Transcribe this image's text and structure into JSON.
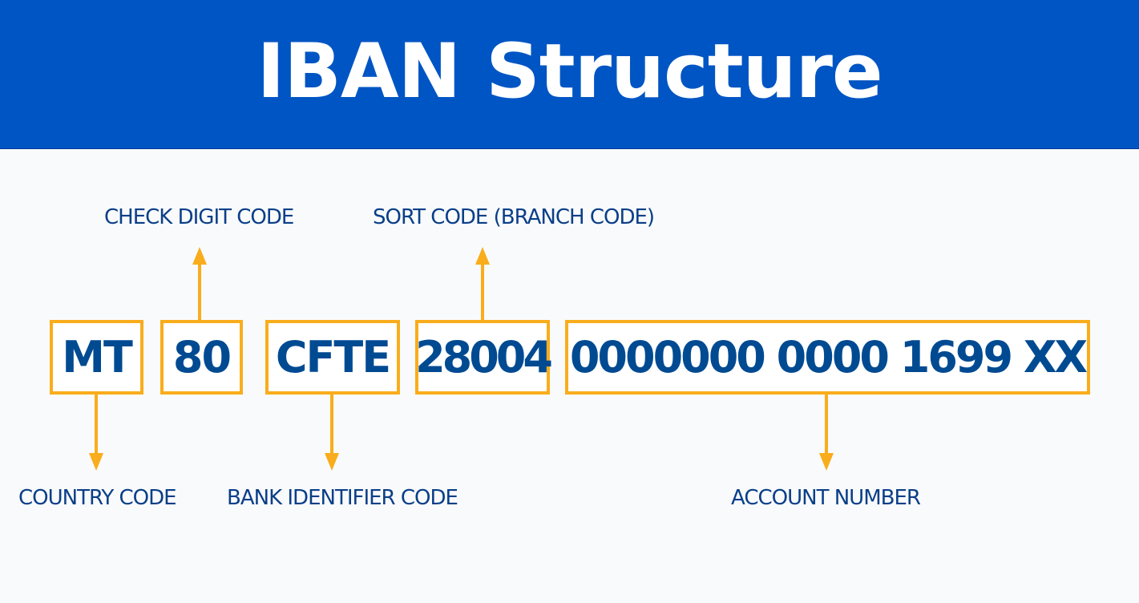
{
  "title": "IBAN Structure",
  "segments": [
    {
      "id": "country",
      "value": "MT",
      "label": "COUNTRY CODE",
      "label_position": "below"
    },
    {
      "id": "check",
      "value": "80",
      "label": "CHECK DIGIT CODE",
      "label_position": "above"
    },
    {
      "id": "bank",
      "value": "CFTE",
      "label": "BANK IDENTIFIER CODE",
      "label_position": "below"
    },
    {
      "id": "sort",
      "value": "28004",
      "label": "SORT CODE (BRANCH CODE)",
      "label_position": "above"
    },
    {
      "id": "account",
      "value": "0000000 0000 1699 XX",
      "label": "ACCOUNT NUMBER",
      "label_position": "below"
    }
  ],
  "colors": {
    "header_bg": "#0055c4",
    "box_border": "#f9ad1c",
    "text": "#004a92",
    "arrow": "#f9ad1c"
  }
}
